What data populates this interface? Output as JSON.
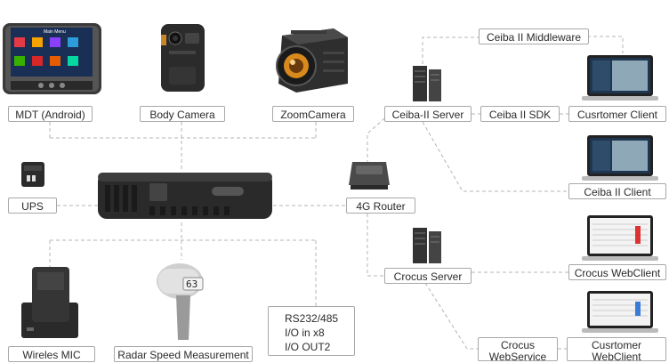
{
  "nodes": {
    "mdt": "MDT (Android)",
    "body_camera": "Body Camera",
    "zoom_camera": "ZoomCamera",
    "ups": "UPS",
    "router": "4G Router",
    "wireless_mic": "Wireles MIC",
    "radar": "Radar Speed Measurement",
    "io": [
      "RS232/485",
      "I/O in x8",
      "I/O OUT2"
    ],
    "ceiba_server": "Ceiba-II Server",
    "ceiba_sdk": "Ceiba II SDK",
    "middleware": "Ceiba II  Middleware",
    "customer_client": "Cusrtomer Client",
    "ceiba_client": "Ceiba II Client",
    "crocus_server": "Crocus Server",
    "crocus_webclient": "Crocus WebClient",
    "crocus_webservice": [
      "Crocus",
      "WebService"
    ],
    "customer_webclient": [
      "Cusrtomer",
      "WebClient"
    ]
  },
  "device_text": {
    "mdt_screen_title": "Main Menu",
    "radar_display": "63"
  },
  "colors": {
    "line": "#b4b4b4",
    "label_border": "#a8a8a8",
    "text": "#2b2b2b",
    "device_dark": "#2a2a2a",
    "lens_orange": "#c8862a"
  }
}
